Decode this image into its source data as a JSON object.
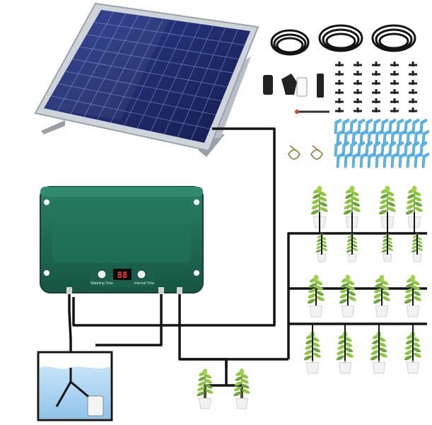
{
  "controller": {
    "display_value": "88",
    "watering_time_label": "Watering Time",
    "interval_time_label": "Interval Time"
  },
  "colors": {
    "panel_frame": "#c9ced6",
    "panel_cells": "#1e2a66",
    "controller_body": "#1f6b55",
    "hose": "#111111",
    "water": "#a9d2f0",
    "dripper": "#5bb7ea",
    "pot": "#f2f2f2",
    "leaf": "#8cc63f"
  },
  "icons": {
    "solar_panel": "solar-panel-icon",
    "controller": "pump-controller-icon",
    "pump": "submersible-pump-icon",
    "hose_coil": "hose-coil-icon",
    "plant": "potted-plant-icon"
  }
}
